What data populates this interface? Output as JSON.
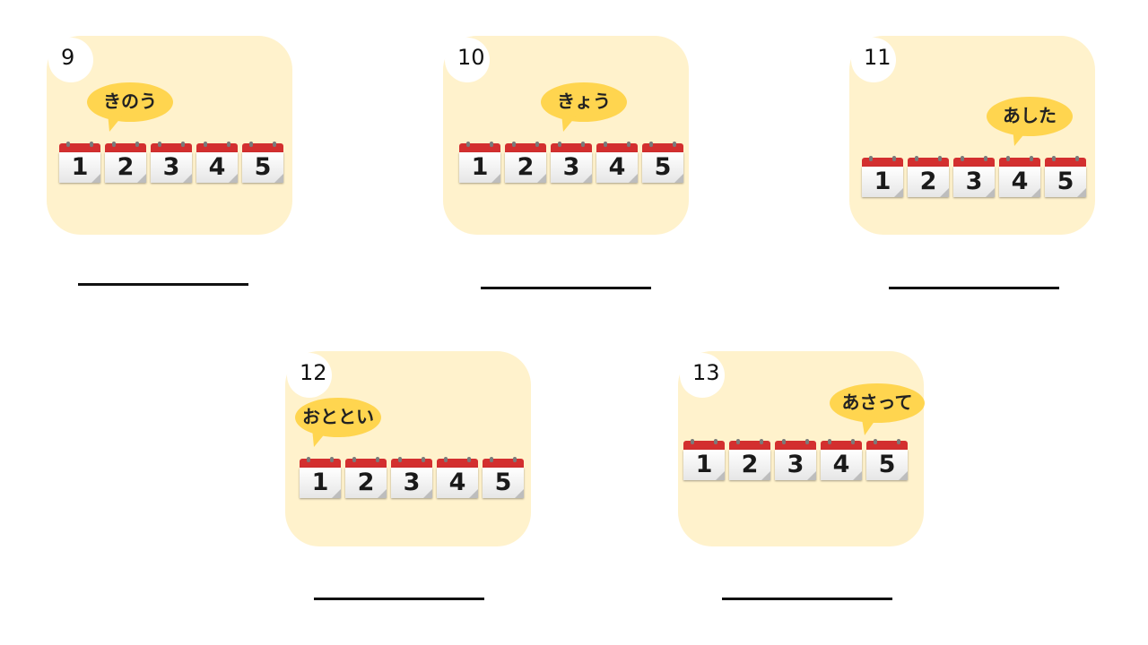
{
  "colors": {
    "card": "#fff2cc",
    "bubble": "#ffd54f",
    "calendar_top": "#d32f2f",
    "line": "#111111"
  },
  "cards": [
    {
      "number": "9",
      "bubble": "きのう"
    },
    {
      "number": "10",
      "bubble": "きょう"
    },
    {
      "number": "11",
      "bubble": "あした"
    },
    {
      "number": "12",
      "bubble": "おととい"
    },
    {
      "number": "13",
      "bubble": "あさって"
    }
  ],
  "calendar_days": [
    "1",
    "2",
    "3",
    "4",
    "5"
  ]
}
